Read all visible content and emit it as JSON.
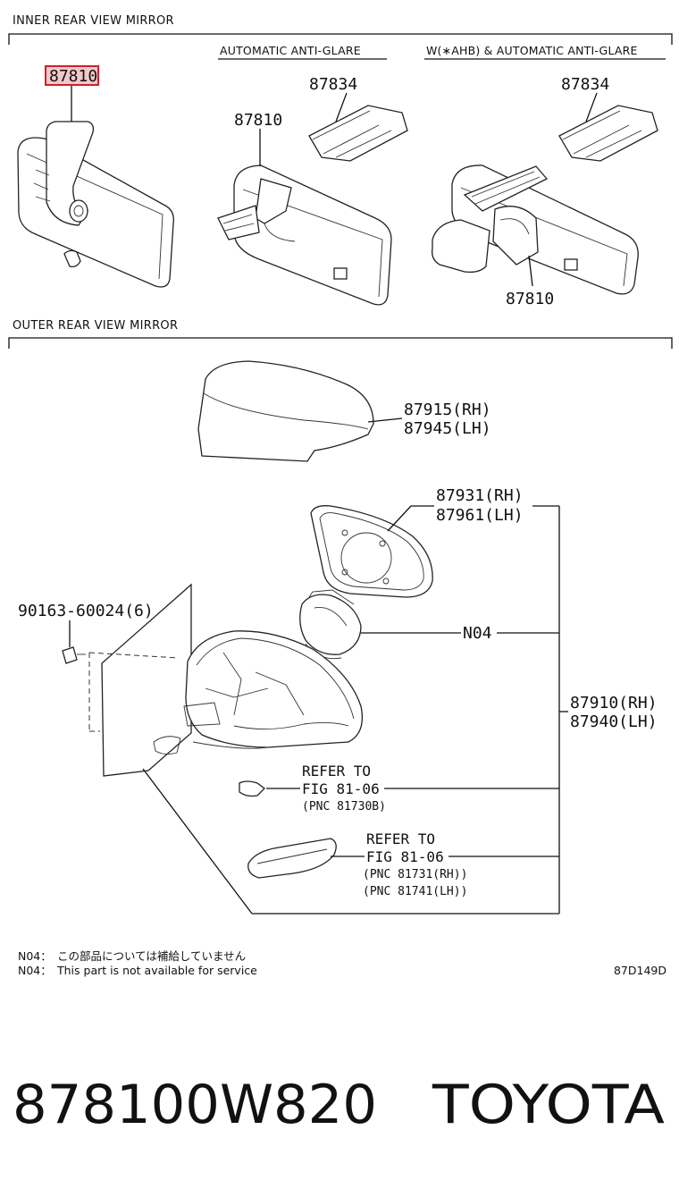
{
  "sections": {
    "inner": "INNER REAR VIEW MIRROR",
    "outer": "OUTER REAR VIEW MIRROR"
  },
  "subheadings": {
    "auto": "AUTOMATIC ANTI-GLARE",
    "ahb": "W(∗AHB) & AUTOMATIC ANTI-GLARE"
  },
  "labels": {
    "highlight": "87810",
    "mid_87834": "87834",
    "mid_87810": "87810",
    "right_87834": "87834",
    "right_87810": "87810",
    "cover_rh": "87915(RH)",
    "cover_lh": "87945(LH)",
    "glass_rh": "87931(RH)",
    "glass_lh": "87961(LH)",
    "screw": "90163-60024(6)",
    "n04": "N04",
    "assy_rh": "87910(RH)",
    "assy_lh": "87940(LH)",
    "ref1_line1": "REFER TO",
    "ref1_line2": "FIG 81-06",
    "ref1_pnc": "(PNC 81730B)",
    "ref2_line1": "REFER TO",
    "ref2_line2": "FIG 81-06",
    "ref2_pnc_rh": "(PNC 81731(RH))",
    "ref2_pnc_lh": "(PNC 81741(LH))"
  },
  "notes": {
    "jp_label": "N04：",
    "jp_text": "この部品については補給していません",
    "en_label": "N04：",
    "en_text": "This part is not available for service",
    "code": "87D149D"
  },
  "footer": {
    "part_number": "878100W820",
    "brand": "TOYOTA"
  },
  "colors": {
    "highlight_border": "#d0202a",
    "highlight_fill": "#f2c8cb",
    "ink": "#111111"
  }
}
